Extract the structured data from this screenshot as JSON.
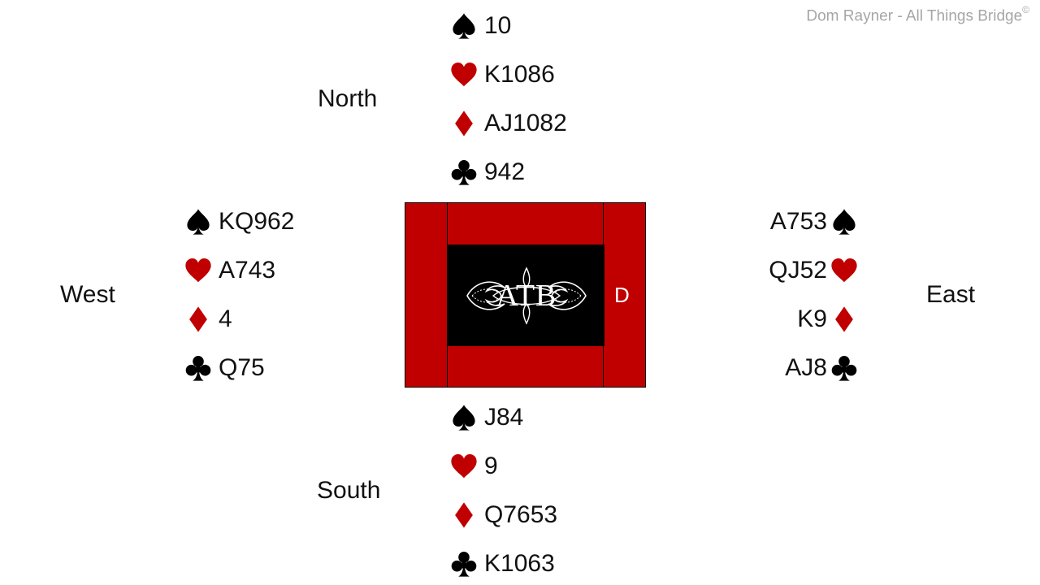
{
  "copyright": {
    "text": "Dom Rayner  - All Things Bridge",
    "mark": "©"
  },
  "seats": {
    "north": "North",
    "south": "South",
    "west": "West",
    "east": "East"
  },
  "colors": {
    "red": "#c00000",
    "black": "#000000"
  },
  "hands": {
    "north": {
      "spades": "10",
      "hearts": "K1086",
      "diamonds": "AJ1082",
      "clubs": "942"
    },
    "south": {
      "spades": "J84",
      "hearts": "9",
      "diamonds": "Q7653",
      "clubs": "K1063"
    },
    "west": {
      "spades": "KQ962",
      "hearts": "A743",
      "diamonds": "4",
      "clubs": "Q75"
    },
    "east": {
      "spades": "A753",
      "hearts": "QJ52",
      "diamonds": "K9",
      "clubs": "AJ8"
    }
  },
  "table": {
    "logo": "ATB",
    "dealer": "D"
  }
}
